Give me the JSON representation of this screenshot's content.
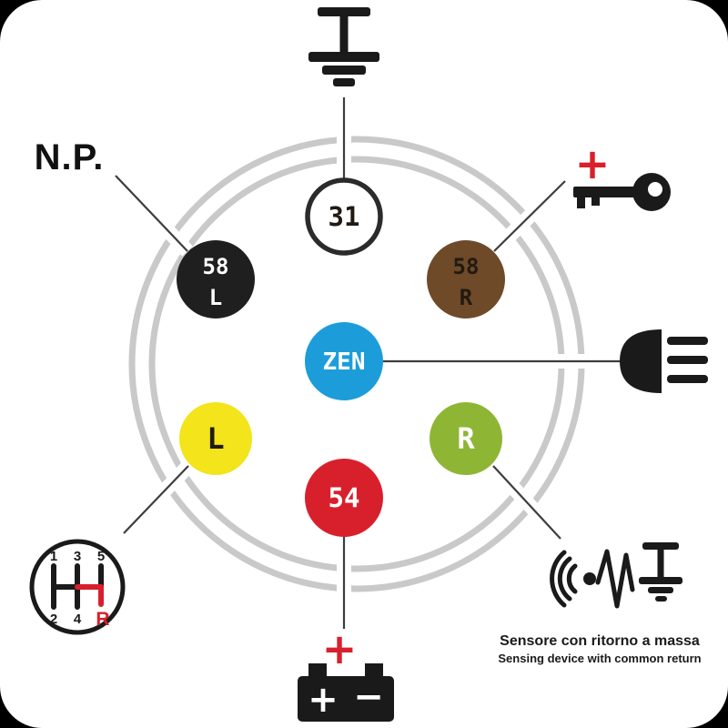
{
  "rings": {
    "color": "#c9c9c9"
  },
  "wires": {
    "color": "#3d3d3d"
  },
  "pins": {
    "p31": {
      "label": "31",
      "fill": "#ffffff"
    },
    "p58l": {
      "line1": "58",
      "line2": "L",
      "fill": "#1f1f1f"
    },
    "p58r": {
      "line1": "58",
      "line2": "R",
      "fill": "#6e4a29"
    },
    "pzen": {
      "label": "ZEN",
      "fill": "#1c9dd9"
    },
    "pl": {
      "label": "L",
      "fill": "#f3e41b"
    },
    "pr": {
      "label": "R",
      "fill": "#8fb535"
    },
    "p54": {
      "label": "54",
      "fill": "#d8202c"
    }
  },
  "annotations": {
    "np": "N.P.",
    "ignition_plus": "+",
    "battery_plus": "+",
    "battery_terminal_pos": "+",
    "battery_terminal_neg": "−",
    "caption_it": "Sensore con ritorno a massa",
    "caption_en": "Sensing device with common return"
  },
  "gear_shift": {
    "g1": "1",
    "g2": "2",
    "g3": "3",
    "g4": "4",
    "g5": "5",
    "reverse": "R"
  },
  "colors": {
    "accent_red": "#d8202c",
    "icon_black": "#1a1a1a",
    "ring_gray": "#c9c9c9"
  }
}
